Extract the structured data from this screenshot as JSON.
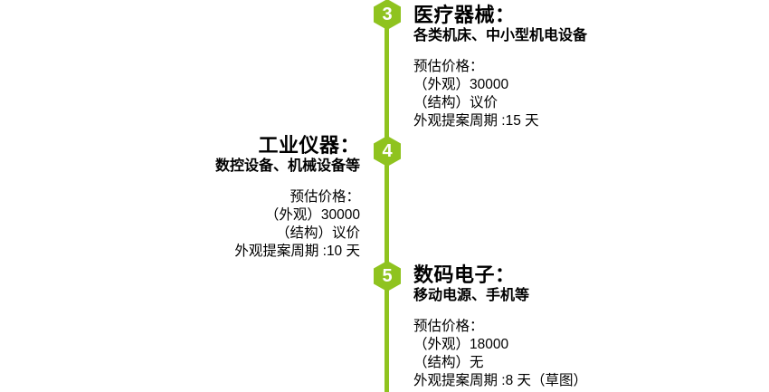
{
  "theme": {
    "accent_green": "#8FC31F",
    "text_color": "#000000",
    "background": "#ffffff",
    "marker_number_color": "#ffffff"
  },
  "timeline": {
    "items": [
      {
        "number": "3",
        "side": "right",
        "title": "医疗器械：",
        "subtitle": "各类机床、中小型机电设备",
        "details": [
          "预估价格：",
          "（外观）30000",
          "（结构）议价",
          "外观提案周期 :15 天"
        ]
      },
      {
        "number": "4",
        "side": "left",
        "title": "工业仪器：",
        "subtitle": "数控设备、机械设备等",
        "details": [
          "预估价格：",
          "（外观）30000",
          "（结构）议价",
          "外观提案周期 :10 天"
        ]
      },
      {
        "number": "5",
        "side": "right",
        "title": "数码电子：",
        "subtitle": "移动电源、手机等",
        "details": [
          "预估价格：",
          "（外观）18000",
          "（结构）无",
          "外观提案周期 :8 天（草图）"
        ]
      }
    ]
  }
}
